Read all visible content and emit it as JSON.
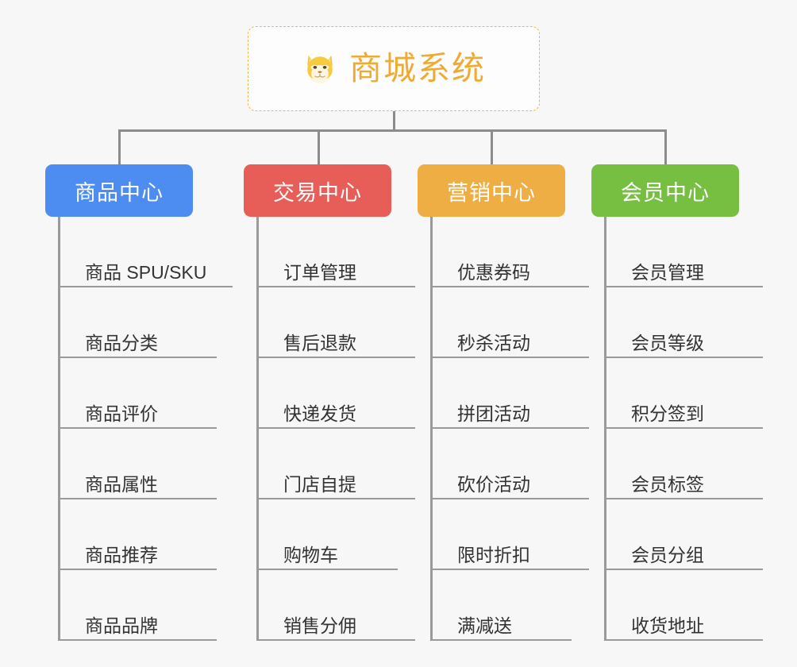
{
  "diagram": {
    "type": "tree-mindmap",
    "background_color": "#f7f7f7",
    "root": {
      "title": "商城系统",
      "icon": "shiba-dog-face-icon",
      "text_color": "#eeab33",
      "border_color": "#f0b64a",
      "border_style": "dashed"
    },
    "connector_color": "#8c8c8c",
    "columns": [
      {
        "label": "商品中心",
        "color": "#4d8cf0",
        "items": [
          "商品 SPU/SKU",
          "商品分类",
          "商品评价",
          "商品属性",
          "商品推荐",
          "商品品牌"
        ]
      },
      {
        "label": "交易中心",
        "color": "#e75d58",
        "items": [
          "订单管理",
          "售后退款",
          "快递发货",
          "门店自提",
          "购物车",
          "销售分佣"
        ]
      },
      {
        "label": "营销中心",
        "color": "#eeae43",
        "items": [
          "优惠券码",
          "秒杀活动",
          "拼团活动",
          "砍价活动",
          "限时折扣",
          "满减送"
        ]
      },
      {
        "label": "会员中心",
        "color": "#76bf41",
        "items": [
          "会员管理",
          "会员等级",
          "积分签到",
          "会员标签",
          "会员分组",
          "收货地址"
        ]
      }
    ]
  }
}
